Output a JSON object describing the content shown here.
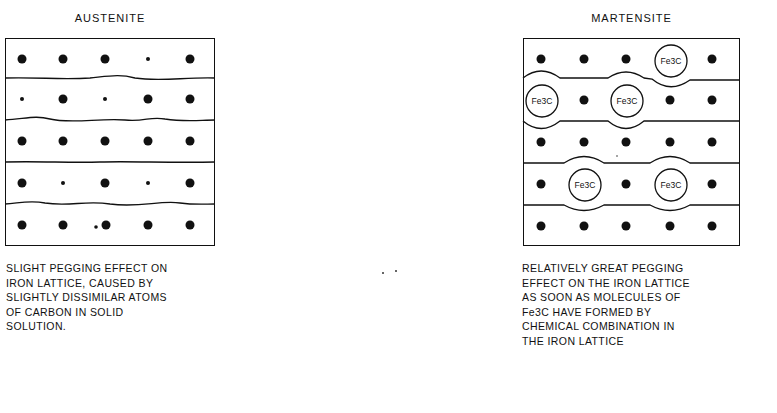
{
  "diagram": {
    "nodes": [
      {
        "text": [
          "AUSTENITE"
        ]
      },
      {
        "text": [
          "MARTENSITE"
        ]
      },
      {
        "text": [
          "Fe3C"
        ],
        "in": 1
      },
      {
        "text": [
          "Fe3C"
        ],
        "in": 1
      },
      {
        "text": [
          "Fe3C"
        ],
        "in": 1
      },
      {
        "text": [
          "Fe3C"
        ],
        "in": 1
      },
      {
        "text": [
          "Fe3C"
        ],
        "in": 1
      }
    ],
    "labels": [
      "SLIGHT PEGGING EFFECT ON IRON LATTICE, CAUSED BY SLIGHTLY DISSIMILAR ATOMS OF CARBON IN SOLID SOLUTION.",
      "RELATIVELY GREAT PEGGING EFFECT ON THE IRON LATTICE AS SOON AS MOLECULES OF Fe3C HAVE FORMED BY CHEMICAL COMBINATION IN THE IRON LATTICE"
    ]
  }
}
